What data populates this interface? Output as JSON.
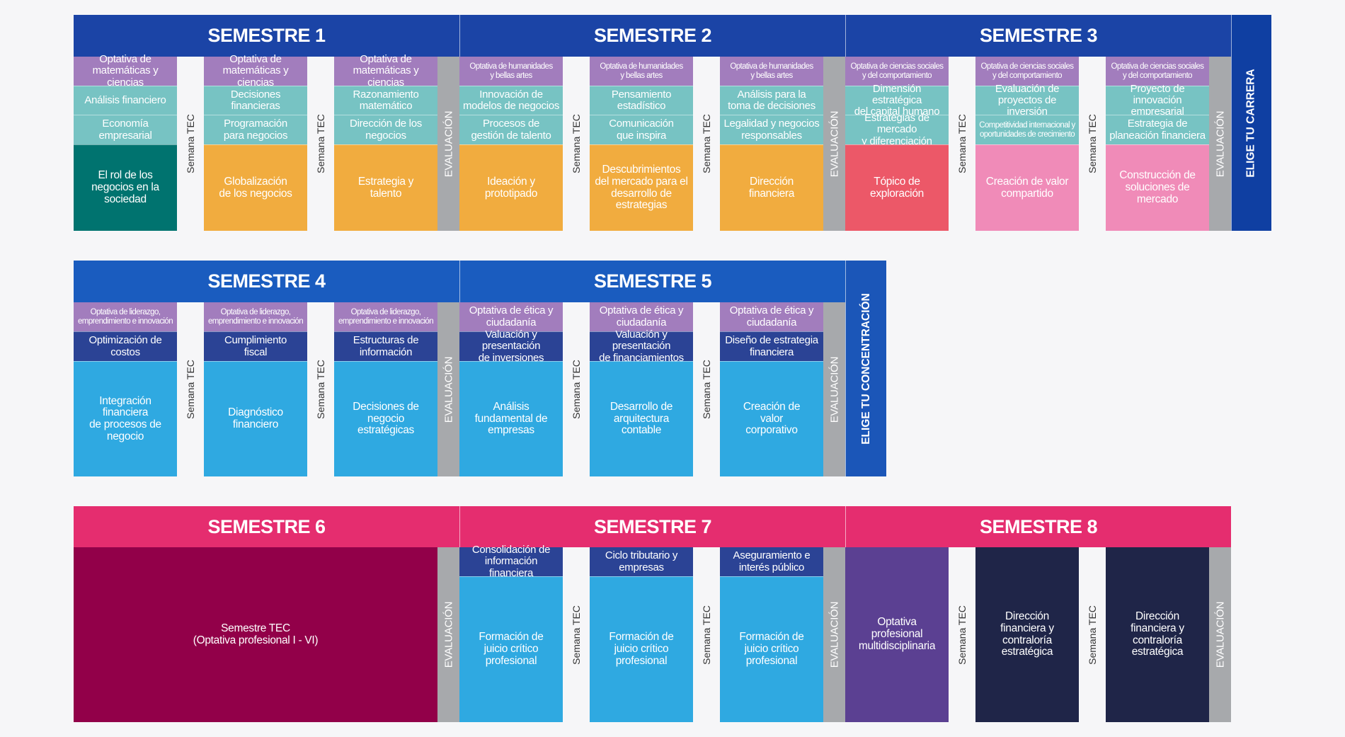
{
  "colors": {
    "hdr_row1": "#1b44a6",
    "hdr_row2": "#1a5cbf",
    "hdr_row3": "#e52d6f",
    "purple_light": "#a27dbd",
    "teal": "#77c3c3",
    "dark_teal": "#00736f",
    "orange": "#f1ac3f",
    "red": "#ec5868",
    "pink": "#f08bb8",
    "blue": "#2fa9e1",
    "navy": "#2b4395",
    "maroon": "#920049",
    "violet": "#5b4092",
    "dark_navy": "#1f2548",
    "gray": "#a7a9ac",
    "side_blue": "#0f3fa2",
    "side_blue2": "#1b56b8"
  },
  "row1": {
    "headers": [
      "SEMESTRE 1",
      "SEMESTRE 2",
      "SEMESTRE 3"
    ],
    "side_label": "ELIGE TU CARRERA",
    "columns": [
      {
        "cells": [
          "Optativa de\nmatemáticas y ciencias",
          "Análisis financiero",
          "Economía\nempresarial",
          "El rol de los\nnegocios en la\nsociedad"
        ]
      },
      {
        "cells": [
          "Optativa de\nmatemáticas y ciencias",
          "Decisiones\nfinancieras",
          "Programación\npara negocios",
          "Globalización\nde los negocios"
        ]
      },
      {
        "cells": [
          "Optativa de\nmatemáticas y ciencias",
          "Razonamiento\nmatemático",
          "Dirección de los\nnegocios",
          "Estrategia y\ntalento"
        ]
      },
      {
        "cells": [
          "Optativa de humanidades\ny bellas artes",
          "Innovación de\nmodelos de negocios",
          "Procesos de\ngestión de talento",
          "Ideación y\nprototipado"
        ]
      },
      {
        "cells": [
          "Optativa de humanidades\ny bellas artes",
          "Pensamiento\nestadístico",
          "Comunicación\nque inspira",
          "Descubrimientos\ndel mercado para el\ndesarrollo de\nestrategias"
        ]
      },
      {
        "cells": [
          "Optativa de humanidades\ny bellas artes",
          "Análisis para la\ntoma de decisiones",
          "Legalidad y negocios\nresponsables",
          "Dirección\nfinanciera"
        ]
      },
      {
        "cells": [
          "Optativa de ciencias sociales\ny del comportamiento",
          "Dimensión estratégica\ndel capital humano",
          "Estrategias de mercado\ny diferenciación",
          "Tópico de\nexploración"
        ]
      },
      {
        "cells": [
          "Optativa de ciencias sociales\ny del comportamiento",
          "Evaluación de\nproyectos de inversión",
          "Competitividad internacional y\noportunidades de crecimiento",
          "Creación de valor\ncompartido"
        ]
      },
      {
        "cells": [
          "Optativa de ciencias sociales\ny del comportamiento",
          "Proyecto de\ninnovación empresarial",
          "Estrategia de\nplaneación financiera",
          "Construcción de\nsoluciones de\nmercado"
        ]
      }
    ]
  },
  "row2": {
    "headers": [
      "SEMESTRE 4",
      "SEMESTRE 5"
    ],
    "side_label": "ELIGE TU CONCENTRACIÓN",
    "columns": [
      {
        "cells": [
          "Optativa de liderazgo,\nemprendimiento e innovación",
          "Optimización de\ncostos",
          "Integración financiera\nde procesos de\nnegocio"
        ]
      },
      {
        "cells": [
          "Optativa de liderazgo,\nemprendimiento e innovación",
          "Cumplimiento\nfiscal",
          "Diagnóstico\nfinanciero"
        ]
      },
      {
        "cells": [
          "Optativa de liderazgo,\nemprendimiento e innovación",
          "Estructuras de\ninformación",
          "Decisiones de\nnegocio\nestratégicas"
        ]
      },
      {
        "cells": [
          "Optativa de ética y\nciudadanía",
          "Valuación y presentación\nde inversiones",
          "Análisis\nfundamental de\nempresas"
        ]
      },
      {
        "cells": [
          "Optativa de ética y\nciudadanía",
          "Valuación y presentación\nde financiamientos",
          "Desarrollo de\narquitectura\ncontable"
        ]
      },
      {
        "cells": [
          "Optativa de ética y\nciudadanía",
          "Diseño de estrategia\nfinanciera",
          "Creación de\nvalor\ncorporativo"
        ]
      }
    ]
  },
  "row3": {
    "headers": [
      "SEMESTRE 6",
      "SEMESTRE 7",
      "SEMESTRE 8"
    ],
    "semestre_tec": "Semestre TEC\n(Optativa profesional I - VI)",
    "columns": [
      {
        "cells": [
          "Consolidación de\ninformación financiera",
          "Formación de\njuicio crítico\nprofesional"
        ]
      },
      {
        "cells": [
          "Ciclo tributario y\nempresas",
          "Formación de\njuicio crítico\nprofesional"
        ]
      },
      {
        "cells": [
          "Aseguramiento e\ninterés público",
          "Formación de\njuicio crítico\nprofesional"
        ]
      },
      {
        "cells": [
          "Optativa\nprofesional\nmultidisciplinaria"
        ]
      },
      {
        "cells": [
          "Dirección\nfinanciera y\ncontraloría\nestratégica"
        ]
      },
      {
        "cells": [
          "Dirección\nfinanciera y\ncontraloría\nestratégica"
        ]
      }
    ]
  },
  "labels": {
    "semana": "Semana TEC",
    "evaluacion": "EVALUACIÓN"
  }
}
